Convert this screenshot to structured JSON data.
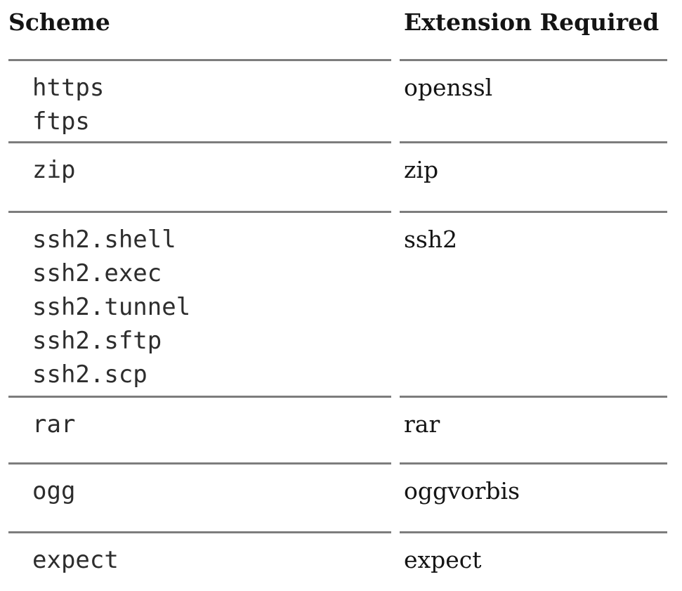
{
  "table": {
    "columns": [
      {
        "label": "Scheme"
      },
      {
        "label": "Extension Required"
      }
    ],
    "rows": [
      {
        "schemes": [
          "https",
          "ftps"
        ],
        "extension": "openssl"
      },
      {
        "schemes": [
          "zip"
        ],
        "extension": "zip"
      },
      {
        "schemes": [
          "ssh2.shell",
          "ssh2.exec",
          "ssh2.tunnel",
          "ssh2.sftp",
          "ssh2.scp"
        ],
        "extension": "ssh2"
      },
      {
        "schemes": [
          "rar"
        ],
        "extension": "rar"
      },
      {
        "schemes": [
          "ogg"
        ],
        "extension": "oggvorbis"
      },
      {
        "schemes": [
          "expect"
        ],
        "extension": "expect"
      }
    ],
    "colors": {
      "text": "#141414",
      "mono_text": "#2d2d2d",
      "rule": "#7d7d7d",
      "background": "#ffffff"
    }
  }
}
